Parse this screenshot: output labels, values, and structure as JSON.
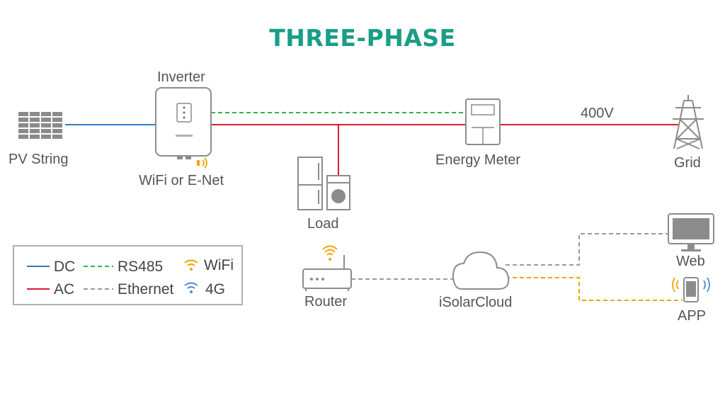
{
  "title": "THREE-PHASE",
  "colors": {
    "title": "#1a9e86",
    "dc": "#2e7cc1",
    "ac": "#d6202f",
    "rs485": "#2db34a",
    "ethernet": "#9a9a9a",
    "wifi": "#f0a500",
    "g4": "#4a8fd0",
    "device_stroke": "#8c8c8c",
    "label": "#555555"
  },
  "nodes": {
    "pv_string": {
      "label": "PV String",
      "icon": "solar-panel-icon"
    },
    "inverter": {
      "label": "Inverter",
      "icon": "inverter-icon"
    },
    "inverter_comm": {
      "label": "WiFi or E-Net",
      "icon": "wifi-icon"
    },
    "load": {
      "label": "Load",
      "icon": "appliance-icon"
    },
    "energy_meter": {
      "label": "Energy Meter",
      "icon": "energy-meter-icon"
    },
    "grid": {
      "label": "Grid",
      "icon": "transmission-tower-icon"
    },
    "router": {
      "label": "Router",
      "icon": "router-icon"
    },
    "cloud": {
      "label": "iSolarCloud",
      "icon": "cloud-icon"
    },
    "web": {
      "label": "Web",
      "icon": "monitor-icon"
    },
    "app": {
      "label": "APP",
      "icon": "smartphone-icon"
    }
  },
  "edges": {
    "grid_voltage": "400V"
  },
  "legend": {
    "dc": "DC",
    "rs485": "RS485",
    "wifi": "WiFi",
    "ac": "AC",
    "ethernet": "Ethernet",
    "g4": "4G"
  }
}
